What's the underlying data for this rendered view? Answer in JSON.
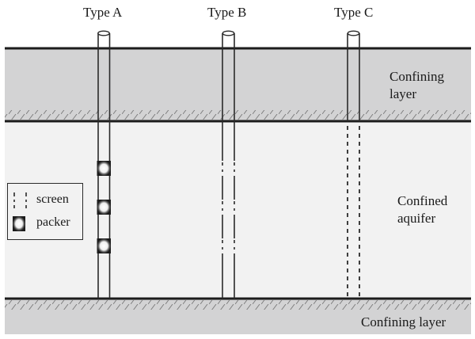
{
  "wells": [
    {
      "id": "A",
      "label": "Type A",
      "feature": "packers"
    },
    {
      "id": "B",
      "label": "Type B",
      "feature": "short-screens"
    },
    {
      "id": "C",
      "label": "Type C",
      "feature": "full-screen"
    }
  ],
  "layers": {
    "top": {
      "label_line1": "Confining",
      "label_line2": "layer"
    },
    "aquifer": {
      "label_line1": "Confined",
      "label_line2": "aquifer"
    },
    "bottom": {
      "label": "Confining layer"
    }
  },
  "legend": {
    "screen": "screen",
    "packer": "packer"
  },
  "colors": {
    "confining_fill": "#d3d3d4",
    "aquifer_fill": "#f2f2f2",
    "line": "#1c1c1c",
    "hatch": "#7a7a7a"
  }
}
